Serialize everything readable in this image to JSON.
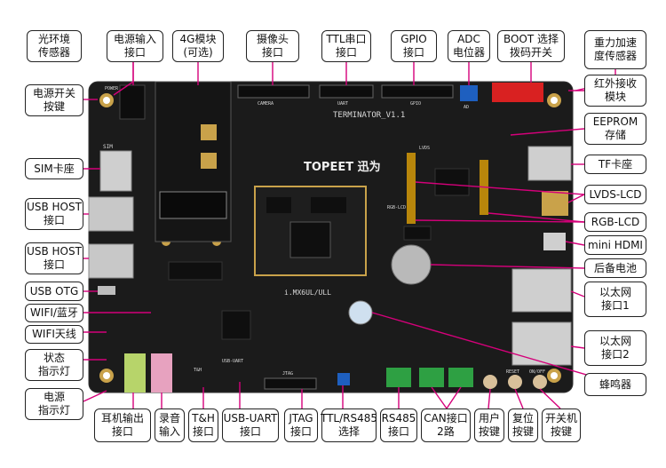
{
  "board": {
    "brand": "TOPEET 迅为",
    "model": "TERMINATOR_V1.1",
    "chip": "i.MX6UL/ULL",
    "silk": [
      "POWER",
      "SIM",
      "CAMERA",
      "UART",
      "GPIO",
      "AD",
      "LVDS",
      "RGB-LCD",
      "T&H",
      "USB-UART",
      "JTAG",
      "RESET",
      "ON/OFF"
    ]
  },
  "labels": {
    "light_sensor": "光环境\n传感器",
    "power_in": "电源输入\n接口",
    "module_4g": "4G模块\n(可选)",
    "camera": "摄像头\n接口",
    "ttl_serial": "TTL串口\n接口",
    "gpio": "GPIO\n接口",
    "adc": "ADC\n电位器",
    "boot_switch": "BOOT 选择\n拨码开关",
    "gravity_sensor": "重力加速\n度传感器",
    "power_switch": "电源开关\n按键",
    "ir_module": "红外接收\n模块",
    "eeprom": "EEPROM\n存储",
    "sim": "SIM卡座",
    "tf": "TF卡座",
    "usb_host1": "USB HOST\n接口",
    "lvds": "LVDS-LCD",
    "rgb": "RGB-LCD",
    "usb_host2": "USB HOST\n接口",
    "mini_hdmi": "mini HDMI",
    "battery": "后备电池",
    "usb_otg": "USB OTG",
    "ethernet1": "以太网\n接口1",
    "wifi_bt": "WIFI/蓝牙",
    "wifi_antenna": "WIFI天线",
    "ethernet2": "以太网\n接口2",
    "status_led": "状态\n指示灯",
    "buzzer": "蜂鸣器",
    "power_led": "电源\n指示灯",
    "headphone": "耳机输出\n接口",
    "record": "录音\n输入",
    "th": "T&H\n接口",
    "usb_uart": "USB-UART\n接口",
    "jtag": "JTAG\n接口",
    "ttl_rs485": "TTL/RS485\n选择",
    "rs485": "RS485\n接口",
    "can": "CAN接口\n2路",
    "user_key": "用户\n按键",
    "reset_key": "复位\n按键",
    "power_key": "开关机\n按键"
  },
  "colors": {
    "pcb": "#1b1b1b",
    "pointer": "#d5007a",
    "border": "#222222",
    "gold": "#c9a24a"
  }
}
